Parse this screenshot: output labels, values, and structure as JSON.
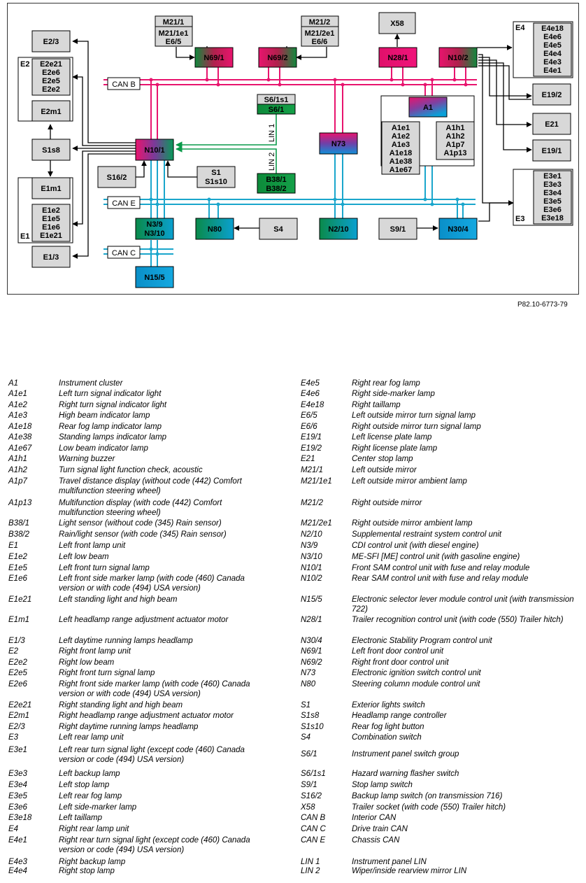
{
  "diagram": {
    "reference": "P82.10-6773-79",
    "bus_labels": {
      "can_b": "CAN B",
      "can_e": "CAN E",
      "can_c": "CAN C",
      "lin1": "LIN 1",
      "lin2": "LIN 2"
    },
    "nodes": {
      "m21_1": [
        "M21/1",
        "M21/1e1",
        "E6/5"
      ],
      "m21_2": [
        "M21/2",
        "M21/2e1",
        "E6/6"
      ],
      "x58": [
        "X58"
      ],
      "e4": [
        "E4",
        "E4e18",
        "E4e6",
        "E4e5",
        "E4e4",
        "E4e3",
        "E4e1"
      ],
      "e2_3": [
        "E2/3"
      ],
      "e2": [
        "E2",
        "E2e21",
        "E2e6",
        "E2e5",
        "E2e2"
      ],
      "e2m1": [
        "E2m1"
      ],
      "s1s8": [
        "S1s8"
      ],
      "e1m1": [
        "E1m1"
      ],
      "e1": [
        "E1",
        "E1e2",
        "E1e5",
        "E1e6",
        "E1e21"
      ],
      "e1_3": [
        "E1/3"
      ],
      "n69_1": [
        "N69/1"
      ],
      "n69_2": [
        "N69/2"
      ],
      "n28_1": [
        "N28/1"
      ],
      "n10_2": [
        "N10/2"
      ],
      "e19_2": [
        "E19/2"
      ],
      "e21": [
        "E21"
      ],
      "e19_1": [
        "E19/1"
      ],
      "s6": [
        "S6/1s1",
        "S6/1"
      ],
      "a1": [
        "A1"
      ],
      "a1_left": [
        "A1e1",
        "A1e2",
        "A1e3",
        "A1e18",
        "A1e38",
        "A1e67"
      ],
      "a1_right": [
        "A1h1",
        "A1h2",
        "A1p7",
        "A1p13"
      ],
      "n10_1": [
        "N10/1"
      ],
      "n73": [
        "N73"
      ],
      "s16_2": [
        "S16/2"
      ],
      "s1": [
        "S1",
        "S1s10"
      ],
      "b38": [
        "B38/1",
        "B38/2"
      ],
      "e3": [
        "E3",
        "E3e1",
        "E3e3",
        "E3e4",
        "E3e5",
        "E3e6",
        "E3e18"
      ],
      "n3": [
        "N3/9",
        "N3/10"
      ],
      "n80": [
        "N80"
      ],
      "s4": [
        "S4"
      ],
      "n2_10": [
        "N2/10"
      ],
      "s9_1": [
        "S9/1"
      ],
      "n30_4": [
        "N30/4"
      ],
      "n15_5": [
        "N15/5"
      ]
    }
  },
  "legend": {
    "left": [
      {
        "code": "A1",
        "desc": "Instrument cluster"
      },
      {
        "code": "A1e1",
        "desc": "Left turn signal indicator light"
      },
      {
        "code": "A1e2",
        "desc": "Right turn signal indicator light"
      },
      {
        "code": "A1e3",
        "desc": "High beam indicator lamp"
      },
      {
        "code": "A1e18",
        "desc": "Rear fog lamp indicator lamp"
      },
      {
        "code": "A1e38",
        "desc": "Standing lamps indicator lamp"
      },
      {
        "code": "A1e67",
        "desc": "Low beam indicator lamp"
      },
      {
        "code": "A1h1",
        "desc": "Warning buzzer"
      },
      {
        "code": "A1h2",
        "desc": "Turn signal light function check, acoustic"
      },
      {
        "code": "A1p7",
        "desc": "Travel distance display (without code (442) Comfort multifunction steering wheel)"
      },
      {
        "code": "A1p13",
        "desc": "Multifunction display (with code (442) Comfort multifunction steering wheel)"
      },
      {
        "code": "B38/1",
        "desc": "Light sensor (without code (345) Rain sensor)"
      },
      {
        "code": "B38/2",
        "desc": "Rain/light sensor (with code (345) Rain sensor)"
      },
      {
        "code": "E1",
        "desc": "Left front lamp unit"
      },
      {
        "code": "E1e2",
        "desc": "Left low beam"
      },
      {
        "code": "E1e5",
        "desc": "Left front turn signal lamp"
      },
      {
        "code": "E1e6",
        "desc": "Left front side marker lamp (with code (460) Canada version or with code (494) USA version)"
      },
      {
        "code": "E1e21",
        "desc": "Left standing light and high beam"
      },
      {
        "code": "E1m1",
        "desc": "Left headlamp range adjustment actuator motor"
      },
      {
        "code": "E1/3",
        "desc": "Left daytime running lamps headlamp"
      },
      {
        "code": "E2",
        "desc": "Right front lamp unit"
      },
      {
        "code": "E2e2",
        "desc": "Right low beam"
      },
      {
        "code": "E2e5",
        "desc": "Right front turn signal lamp"
      },
      {
        "code": "E2e6",
        "desc": "Right front side marker lamp (with code (460) Canada version or with code (494) USA version)"
      },
      {
        "code": "E2e21",
        "desc": "Right standing light and high beam"
      },
      {
        "code": "E2m1",
        "desc": "Right headlamp range adjustment actuator motor"
      },
      {
        "code": "E2/3",
        "desc": "Right daytime running lamps headlamp"
      },
      {
        "code": "E3",
        "desc": "Left rear lamp unit"
      },
      {
        "code": "E3e1",
        "desc": "Left rear turn signal light (except code (460) Canada version or code (494) USA version)"
      },
      {
        "code": "E3e3",
        "desc": "Left backup lamp"
      },
      {
        "code": "E3e4",
        "desc": "Left stop lamp"
      },
      {
        "code": "E3e5",
        "desc": "Left rear fog lamp"
      },
      {
        "code": "E3e6",
        "desc": "Left side-marker lamp"
      },
      {
        "code": "E3e18",
        "desc": "Left taillamp"
      },
      {
        "code": "E4",
        "desc": "Right rear lamp unit"
      },
      {
        "code": "E4e1",
        "desc": "Right rear turn signal light (except code (460) Canada version or code (494) USA version)"
      },
      {
        "code": "E4e3",
        "desc": "Right backup lamp"
      },
      {
        "code": "E4e4",
        "desc": "Right stop lamp"
      }
    ],
    "right": [
      {
        "code": "E4e5",
        "desc": "Right rear fog lamp"
      },
      {
        "code": "E4e6",
        "desc": "Right side-marker lamp"
      },
      {
        "code": "E4e18",
        "desc": "Right taillamp"
      },
      {
        "code": "E6/5",
        "desc": "Left outside mirror turn signal lamp"
      },
      {
        "code": "E6/6",
        "desc": "Right outside mirror turn signal lamp"
      },
      {
        "code": "E19/1",
        "desc": "Left license plate lamp"
      },
      {
        "code": "E19/2",
        "desc": "Right license plate lamp"
      },
      {
        "code": "E21",
        "desc": "Center stop lamp"
      },
      {
        "code": "M21/1",
        "desc": "Left outside mirror"
      },
      {
        "code": "M21/1e1",
        "desc": "Left outside mirror ambient lamp"
      },
      {
        "code": "M21/2",
        "desc": "Right outside mirror"
      },
      {
        "code": "M21/2e1",
        "desc": "Right outside mirror ambient lamp"
      },
      {
        "code": "N2/10",
        "desc": "Supplemental restraint system control unit"
      },
      {
        "code": "N3/9",
        "desc": "CDI control unit (with diesel engine)"
      },
      {
        "code": "N3/10",
        "desc": "ME-SFI [ME] control unit (with gasoline engine)"
      },
      {
        "code": "N10/1",
        "desc": "Front SAM control unit with fuse and relay module"
      },
      {
        "code": "N10/2",
        "desc": "Rear SAM control unit with fuse and relay module"
      },
      {
        "code": "N15/5",
        "desc": "Electronic selector lever module control unit (with transmission 722)"
      },
      {
        "code": "N28/1",
        "desc": "Trailer recognition control unit (with code (550) Trailer hitch)"
      },
      {
        "code": "N30/4",
        "desc": "Electronic Stability Program control unit"
      },
      {
        "code": "N69/1",
        "desc": "Left front door control unit"
      },
      {
        "code": "N69/2",
        "desc": "Right front door control unit"
      },
      {
        "code": "N73",
        "desc": "Electronic ignition switch control unit"
      },
      {
        "code": "N80",
        "desc": "Steering column module control unit"
      },
      {
        "code": "S1",
        "desc": "Exterior lights switch"
      },
      {
        "code": "S1s8",
        "desc": "Headlamp range controller"
      },
      {
        "code": "S1s10",
        "desc": "Rear fog light button"
      },
      {
        "code": "S4",
        "desc": "Combination switch"
      },
      {
        "code": "S6/1",
        "desc": "Instrument panel switch group"
      },
      {
        "code": "S6/1s1",
        "desc": "Hazard warning flasher switch"
      },
      {
        "code": "S9/1",
        "desc": "Stop lamp switch"
      },
      {
        "code": "S16/2",
        "desc": "Backup lamp switch (on transmission 716)"
      },
      {
        "code": "X58",
        "desc": "Trailer socket (with code (550) Trailer hitch)"
      },
      {
        "code": "CAN B",
        "desc": "Interior CAN"
      },
      {
        "code": "CAN C",
        "desc": "Drive train CAN"
      },
      {
        "code": "CAN E",
        "desc": "Chassis CAN"
      },
      {
        "code": "LIN 1",
        "desc": "Instrument panel LIN"
      },
      {
        "code": "LIN 2",
        "desc": "Wiper/inside rearview mirror LIN"
      }
    ]
  }
}
